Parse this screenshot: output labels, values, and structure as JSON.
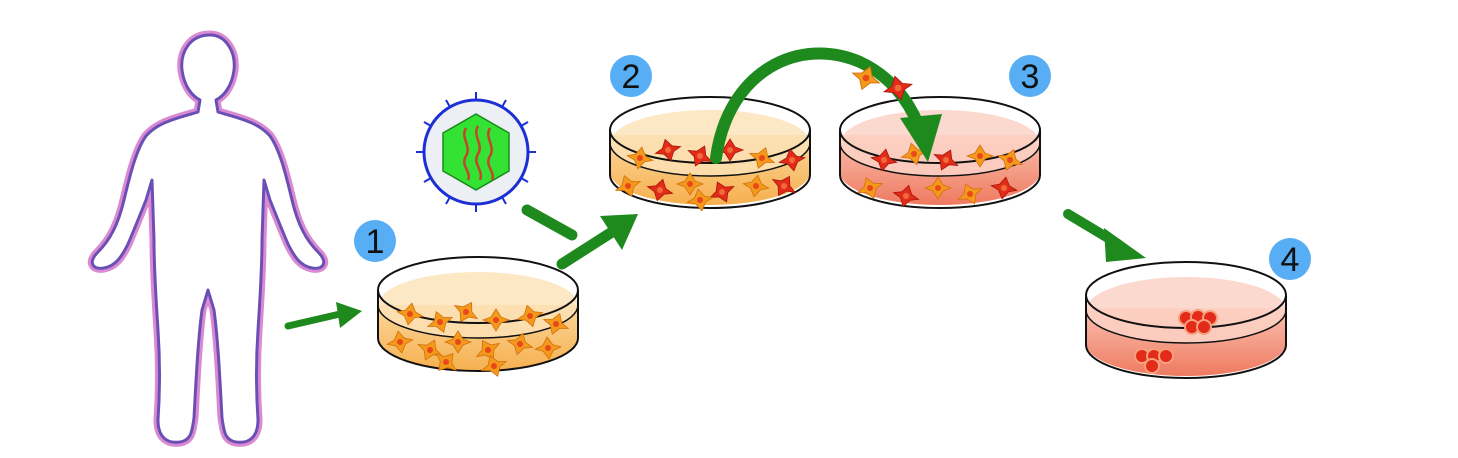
{
  "colors": {
    "background": "#ffffff",
    "arrow": "#1e8a1e",
    "badge": "#57aef5",
    "dish_yellow": "#f9c472",
    "dish_pink": "#f28872",
    "cell_orange": "#f39a1c",
    "cell_red": "#e32b1a",
    "virus_capsid": "#33e233",
    "virus_envelope": "#1b2fd6",
    "virus_rna": "#c5442c",
    "body_outline": "#6b4fb5"
  },
  "icons": {
    "person": "human-silhouette-icon",
    "virus": "virus-icon",
    "dish": "petri-dish-icon"
  },
  "steps": [
    {
      "label": "1"
    },
    {
      "label": "2"
    },
    {
      "label": "3"
    },
    {
      "label": "4"
    }
  ]
}
